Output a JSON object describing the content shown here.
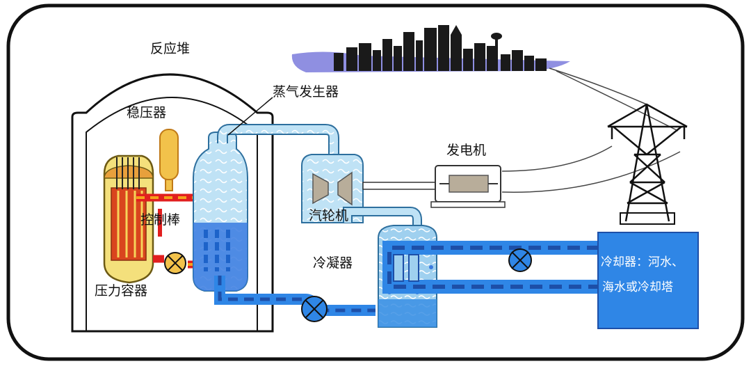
{
  "labels": {
    "reactor": "反应堆",
    "steam_generator": "蒸气发生器",
    "pressurizer": "稳压器",
    "control_rods": "控制棒",
    "pressure_vessel": "压力容器",
    "generator": "发电机",
    "turbine": "汽轮机",
    "condenser": "冷凝器",
    "cooler_line1": "冷却器：河水、",
    "cooler_line2": "海水或冷却塔"
  },
  "colors": {
    "outline": "#111111",
    "water_light": "#b9def3",
    "water_dark": "#1d63c9",
    "cooling_blue": "#2f86e6",
    "primary_loop": "#e11f1f",
    "primary_dash": "#f5a11b",
    "pressurizer": "#f2c24b",
    "vessel": "#f4e07c",
    "core": "#d9451e",
    "city": "#1a1a1a",
    "sky_water": "#7b7bdc"
  }
}
